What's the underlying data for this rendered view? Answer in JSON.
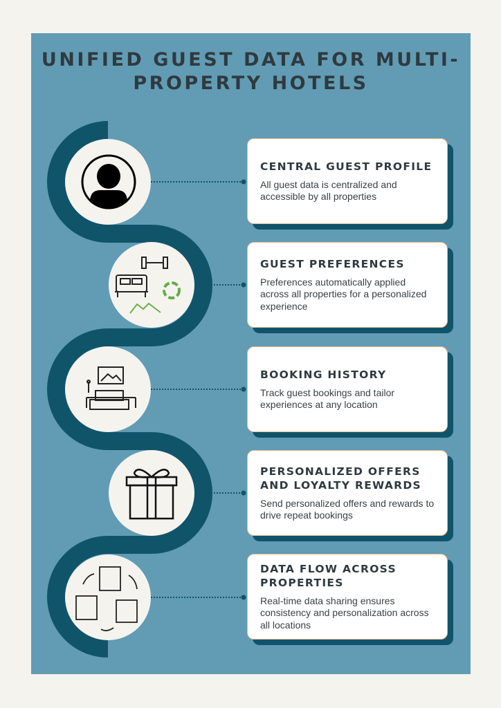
{
  "title": "UNIFIED GUEST DATA FOR MULTI-PROPERTY HOTELS",
  "colors": {
    "panel": "#619cb4",
    "path": "#10546a",
    "circle": "#f5f3ee",
    "card_border": "#e9b98e"
  },
  "steps": [
    {
      "heading": "CENTRAL GUEST PROFILE",
      "text": "All guest data is centralized and accessible by all properties",
      "icon": "user-profile-icon"
    },
    {
      "heading": "GUEST PREFERENCES",
      "text": "Preferences automatically applied across all properties for a personalized experience",
      "icon": "preferences-icon"
    },
    {
      "heading": "BOOKING HISTORY",
      "text": "Track guest bookings and tailor experiences at any location",
      "icon": "hotel-room-icon"
    },
    {
      "heading": "PERSONALIZED OFFERS AND LOYALTY REWARDS",
      "text": "Send personalized offers and rewards to drive repeat bookings",
      "icon": "gift-icon"
    },
    {
      "heading": "DATA FLOW ACROSS PROPERTIES",
      "text": "Real-time data sharing ensures consistency and personalization across all locations",
      "icon": "hotels-sync-icon"
    }
  ]
}
